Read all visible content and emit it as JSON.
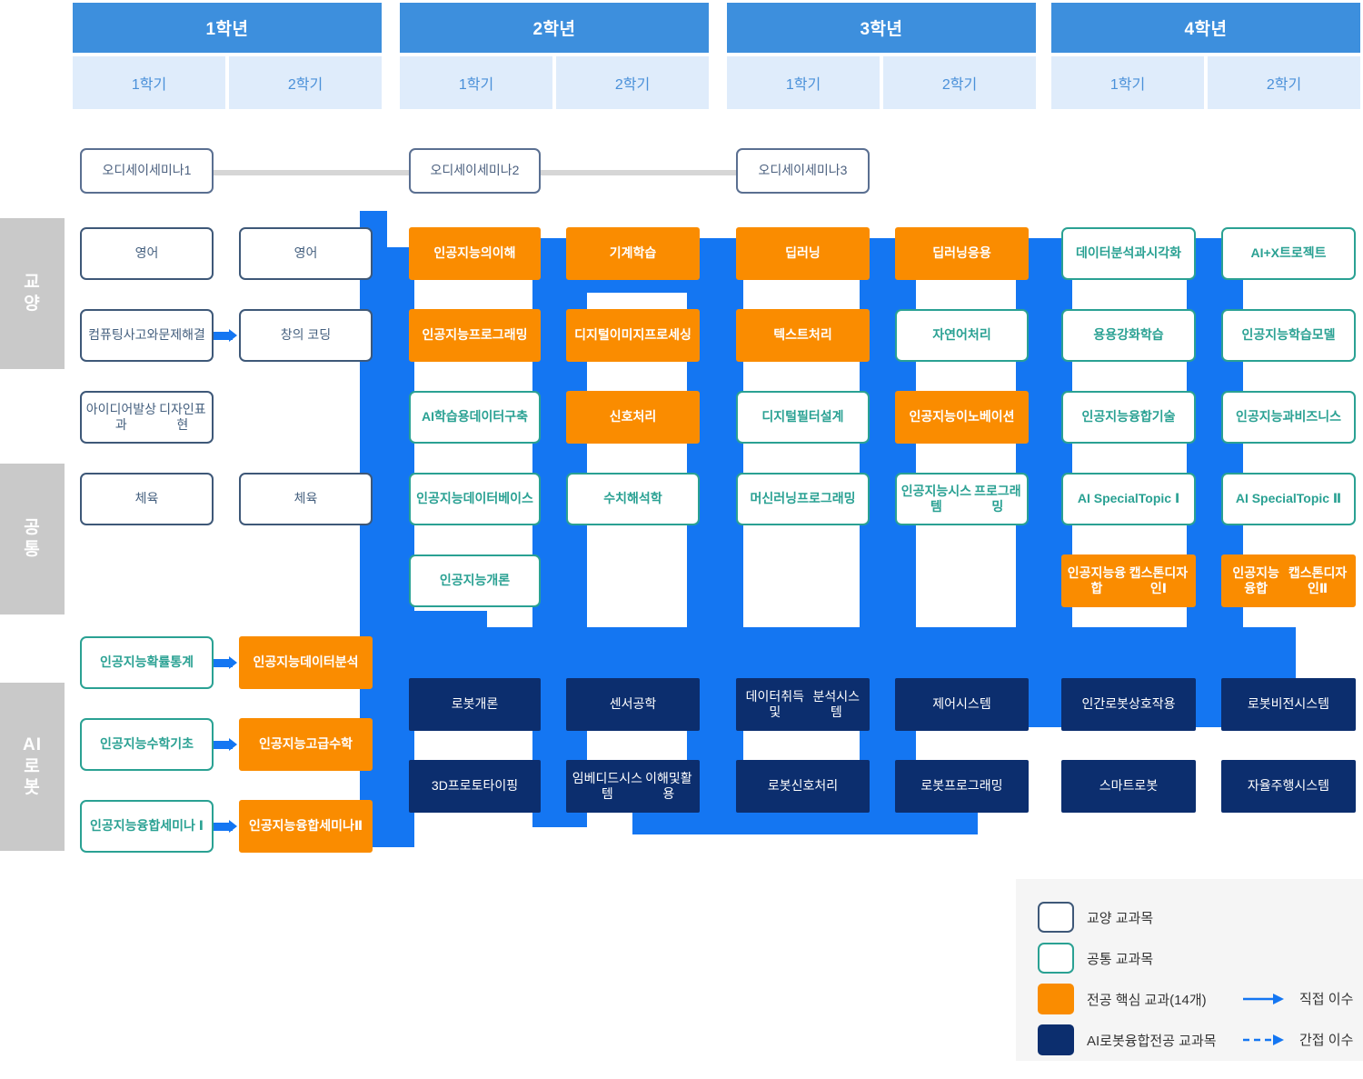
{
  "header": {
    "years": [
      {
        "label": "1학년",
        "semesters": [
          "1학기",
          "2학기"
        ]
      },
      {
        "label": "2학년",
        "semesters": [
          "1학기",
          "2학기"
        ]
      },
      {
        "label": "3학년",
        "semesters": [
          "1학기",
          "2학기"
        ]
      },
      {
        "label": "4학년",
        "semesters": [
          "1학기",
          "2학기"
        ]
      }
    ]
  },
  "categories": [
    {
      "id": "gyoyang",
      "label": "교양",
      "chars": [
        "교",
        "양"
      ]
    },
    {
      "id": "gongtong",
      "label": "공통",
      "chars": [
        "공",
        "통"
      ]
    },
    {
      "id": "airobot",
      "label": "AI로봇",
      "chars": [
        "AI",
        "로",
        "봇"
      ]
    }
  ],
  "odyssey": [
    {
      "label": "오디세이세미나1"
    },
    {
      "label": "오디세이세미나2"
    },
    {
      "label": "오디세이세미나3"
    }
  ],
  "courses": [
    {
      "label": "영어",
      "type": "gyoyang"
    },
    {
      "label": "영어",
      "type": "gyoyang"
    },
    {
      "label": "컴퓨팅사고와\n문제해결",
      "type": "gyoyang"
    },
    {
      "label": "창의 코딩",
      "type": "gyoyang"
    },
    {
      "label": "아이디어발상과\n디자인표현",
      "type": "gyoyang"
    },
    {
      "label": "체육",
      "type": "gyoyang"
    },
    {
      "label": "체육",
      "type": "gyoyang"
    },
    {
      "label": "인공지능\n확률통계",
      "type": "gongtong"
    },
    {
      "label": "인공지능\n데이터분석",
      "type": "major"
    },
    {
      "label": "인공지능\n수학기초",
      "type": "gongtong"
    },
    {
      "label": "인공지능\n고급수학",
      "type": "major"
    },
    {
      "label": "인공지능융합\n세미나 Ⅰ",
      "type": "gongtong"
    },
    {
      "label": "인공지능융합\n세미나Ⅱ",
      "type": "major"
    },
    {
      "label": "인공지능의이해",
      "type": "major"
    },
    {
      "label": "인공지능프로그래밍",
      "type": "major"
    },
    {
      "label": "AI학습용\n데이터구축",
      "type": "gongtong"
    },
    {
      "label": "인공지능\n데이터베이스",
      "type": "gongtong"
    },
    {
      "label": "인공지능개론",
      "type": "gongtong"
    },
    {
      "label": "기계학습",
      "type": "major"
    },
    {
      "label": "디지털이미지\n프로세싱",
      "type": "major"
    },
    {
      "label": "신호처리",
      "type": "major"
    },
    {
      "label": "수치해석학",
      "type": "gongtong"
    },
    {
      "label": "딥러닝",
      "type": "major"
    },
    {
      "label": "텍스트처리",
      "type": "major"
    },
    {
      "label": "디지털\n필터설계",
      "type": "gongtong"
    },
    {
      "label": "머신러닝\n프로그래밍",
      "type": "gongtong"
    },
    {
      "label": "딥러닝응용",
      "type": "major"
    },
    {
      "label": "자연어처리",
      "type": "gongtong"
    },
    {
      "label": "인공지능\n이노베이션",
      "type": "major"
    },
    {
      "label": "인공지능시스템\n프로그래밍",
      "type": "gongtong"
    },
    {
      "label": "데이터분석과\n시각화",
      "type": "gongtong"
    },
    {
      "label": "용용강화학습",
      "type": "gongtong"
    },
    {
      "label": "인공지능\n융합기술",
      "type": "gongtong"
    },
    {
      "label": "AI Special\nTopic Ⅰ",
      "type": "gongtong"
    },
    {
      "label": "인공지능융합\n캡스톤디자인Ⅰ",
      "type": "major"
    },
    {
      "label": "AI+X\n트로젝트",
      "type": "gongtong"
    },
    {
      "label": "인공지능\n학습모델",
      "type": "gongtong"
    },
    {
      "label": "인공지능과\n비즈니스",
      "type": "gongtong"
    },
    {
      "label": "AI Special\nTopic Ⅱ",
      "type": "gongtong"
    },
    {
      "label": "인공지능융합\n캡스톤디자인Ⅱ",
      "type": "major"
    },
    {
      "label": "로봇개론",
      "type": "airobot"
    },
    {
      "label": "3D프로토타이핑",
      "type": "airobot"
    },
    {
      "label": "센서공학",
      "type": "airobot"
    },
    {
      "label": "임베디드시스템\n이해및활용",
      "type": "airobot"
    },
    {
      "label": "데이터취득및\n분석시스템",
      "type": "airobot"
    },
    {
      "label": "로봇신호처리",
      "type": "airobot"
    },
    {
      "label": "제어시스템",
      "type": "airobot"
    },
    {
      "label": "로봇프로그래밍",
      "type": "airobot"
    },
    {
      "label": "인간로봇상호작용",
      "type": "airobot"
    },
    {
      "label": "스마트로봇",
      "type": "airobot"
    },
    {
      "label": "로봇비전시스템",
      "type": "airobot"
    },
    {
      "label": "자율주행시스템",
      "type": "airobot"
    }
  ],
  "legend": {
    "items": [
      {
        "type": "gyoyang",
        "label": "교양 교과목"
      },
      {
        "type": "gongtong",
        "label": "공통 교과목"
      },
      {
        "type": "major",
        "label": "전공 핵심 교과(14개)"
      },
      {
        "type": "airobot",
        "label": "AI로봇융합전공 교과목"
      }
    ],
    "arrows": [
      {
        "style": "solid",
        "label": "직접 이수"
      },
      {
        "style": "dashed",
        "label": "간접 이수"
      }
    ]
  },
  "colors": {
    "year_header": "#3d8fdd",
    "semester_header": "#dfecfb",
    "flow": "#1476f2",
    "major": "#fa8c00",
    "airobot": "#0c2e6e",
    "gongtong_border": "#2aa193",
    "gyoyang_border": "#3e5878",
    "category_label": "#c9c9c9",
    "legend_bg": "#f5f5f5"
  }
}
